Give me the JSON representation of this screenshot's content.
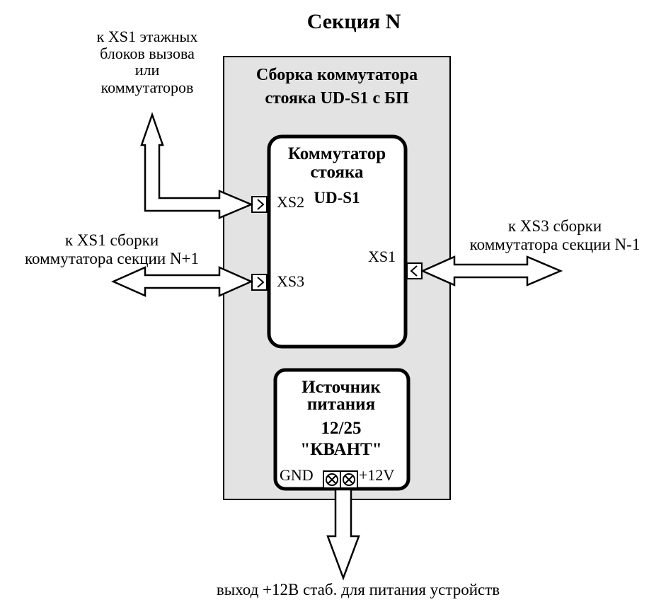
{
  "title": "Секция N",
  "assembly": {
    "label_line1": "Сборка коммутатора",
    "label_line2": "стояка UD-S1 с БП"
  },
  "switch": {
    "line1": "Коммутатор",
    "line2": "стояка",
    "line3": "UD-S1",
    "port_xs2": "XS2",
    "port_xs3": "XS3",
    "port_xs1": "XS1"
  },
  "psu": {
    "line1": "Источник",
    "line2": "питания",
    "line3": "12/25",
    "line4": "\"КВАНТ\"",
    "gnd": "GND",
    "plus12": "+12V"
  },
  "external": {
    "top_left_1": "к XS1 этажных",
    "top_left_2": "блоков вызова",
    "top_left_3": "или",
    "top_left_4": "коммутаторов",
    "left_1": "к XS1 сборки",
    "left_2": "коммутатора секции N+1",
    "right_1": "к XS3 сборки",
    "right_2": "коммутатора секции N-1",
    "bottom": "выход +12В стаб. для питания устройств"
  },
  "colors": {
    "assembly_fill": "#e3e3e3",
    "stroke": "#000000",
    "box_fill": "#ffffff"
  }
}
